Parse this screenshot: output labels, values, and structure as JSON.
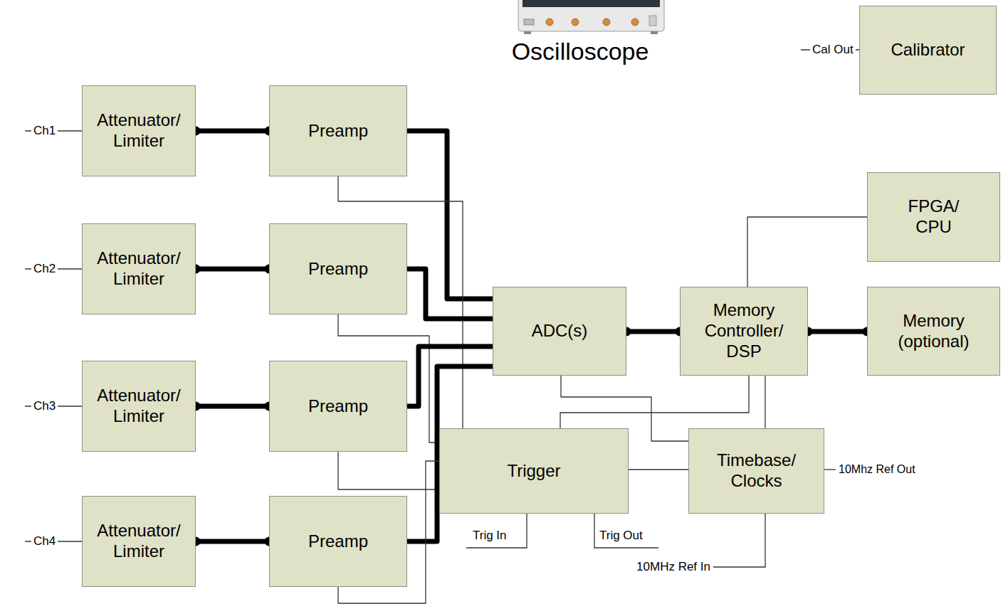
{
  "diagram": {
    "title": "Oscilloscope",
    "nodes": [
      {
        "text": [
          "Calibrator"
        ]
      },
      {
        "text": [
          "Attenuator/ Limiter"
        ]
      },
      {
        "text": [
          "Preamp"
        ]
      },
      {
        "text": [
          "FPGA/ CPU"
        ]
      },
      {
        "text": [
          "Attenuator/ Limiter"
        ]
      },
      {
        "text": [
          "Preamp"
        ]
      },
      {
        "text": [
          "ADC(s)"
        ]
      },
      {
        "text": [
          "Memory Controller/ DSP"
        ]
      },
      {
        "text": [
          "Memory (optional)"
        ]
      },
      {
        "text": [
          "Attenuator/ Limiter"
        ]
      },
      {
        "text": [
          "Preamp"
        ]
      },
      {
        "text": [
          "Trigger"
        ]
      },
      {
        "text": [
          "Timebase/ Clocks"
        ]
      },
      {
        "text": [
          "Attenuator/ Limiter"
        ]
      },
      {
        "text": [
          "Preamp"
        ]
      }
    ],
    "edges": [
      {
        "from": 1,
        "to": 2,
        "arrow": "none"
      },
      {
        "from": 2,
        "to": 6,
        "arrow": "none"
      },
      {
        "from": 2,
        "to": 11,
        "arrow": "none"
      },
      {
        "from": 4,
        "to": 5,
        "arrow": "none"
      },
      {
        "from": 5,
        "to": 6,
        "arrow": "none"
      },
      {
        "from": 5,
        "to": 11,
        "arrow": "none"
      },
      {
        "from": 9,
        "to": 10,
        "arrow": "none"
      },
      {
        "from": 10,
        "to": 6,
        "arrow": "none"
      },
      {
        "from": 10,
        "to": 11,
        "arrow": "none"
      },
      {
        "from": 13,
        "to": 14,
        "arrow": "none"
      },
      {
        "from": 14,
        "to": 6,
        "arrow": "none"
      },
      {
        "from": 14,
        "to": 11,
        "arrow": "none"
      },
      {
        "from": 6,
        "to": 7,
        "arrow": "none"
      },
      {
        "from": 7,
        "to": 8,
        "arrow": "none"
      },
      {
        "from": 7,
        "to": 3,
        "arrow": "none"
      },
      {
        "from": 6,
        "to": 12,
        "arrow": "none"
      },
      {
        "from": 11,
        "to": 7,
        "arrow": "none"
      },
      {
        "from": 12,
        "to": 7,
        "arrow": "none"
      },
      {
        "from": 11,
        "to": 12,
        "arrow": "none"
      }
    ],
    "labels": [
      "Cal Out",
      "Ch1",
      "Ch2",
      "Ch3",
      "Ch4",
      "10Mhz Ref Out",
      "Trig In",
      "Trig Out",
      "10MHz Ref In"
    ]
  }
}
